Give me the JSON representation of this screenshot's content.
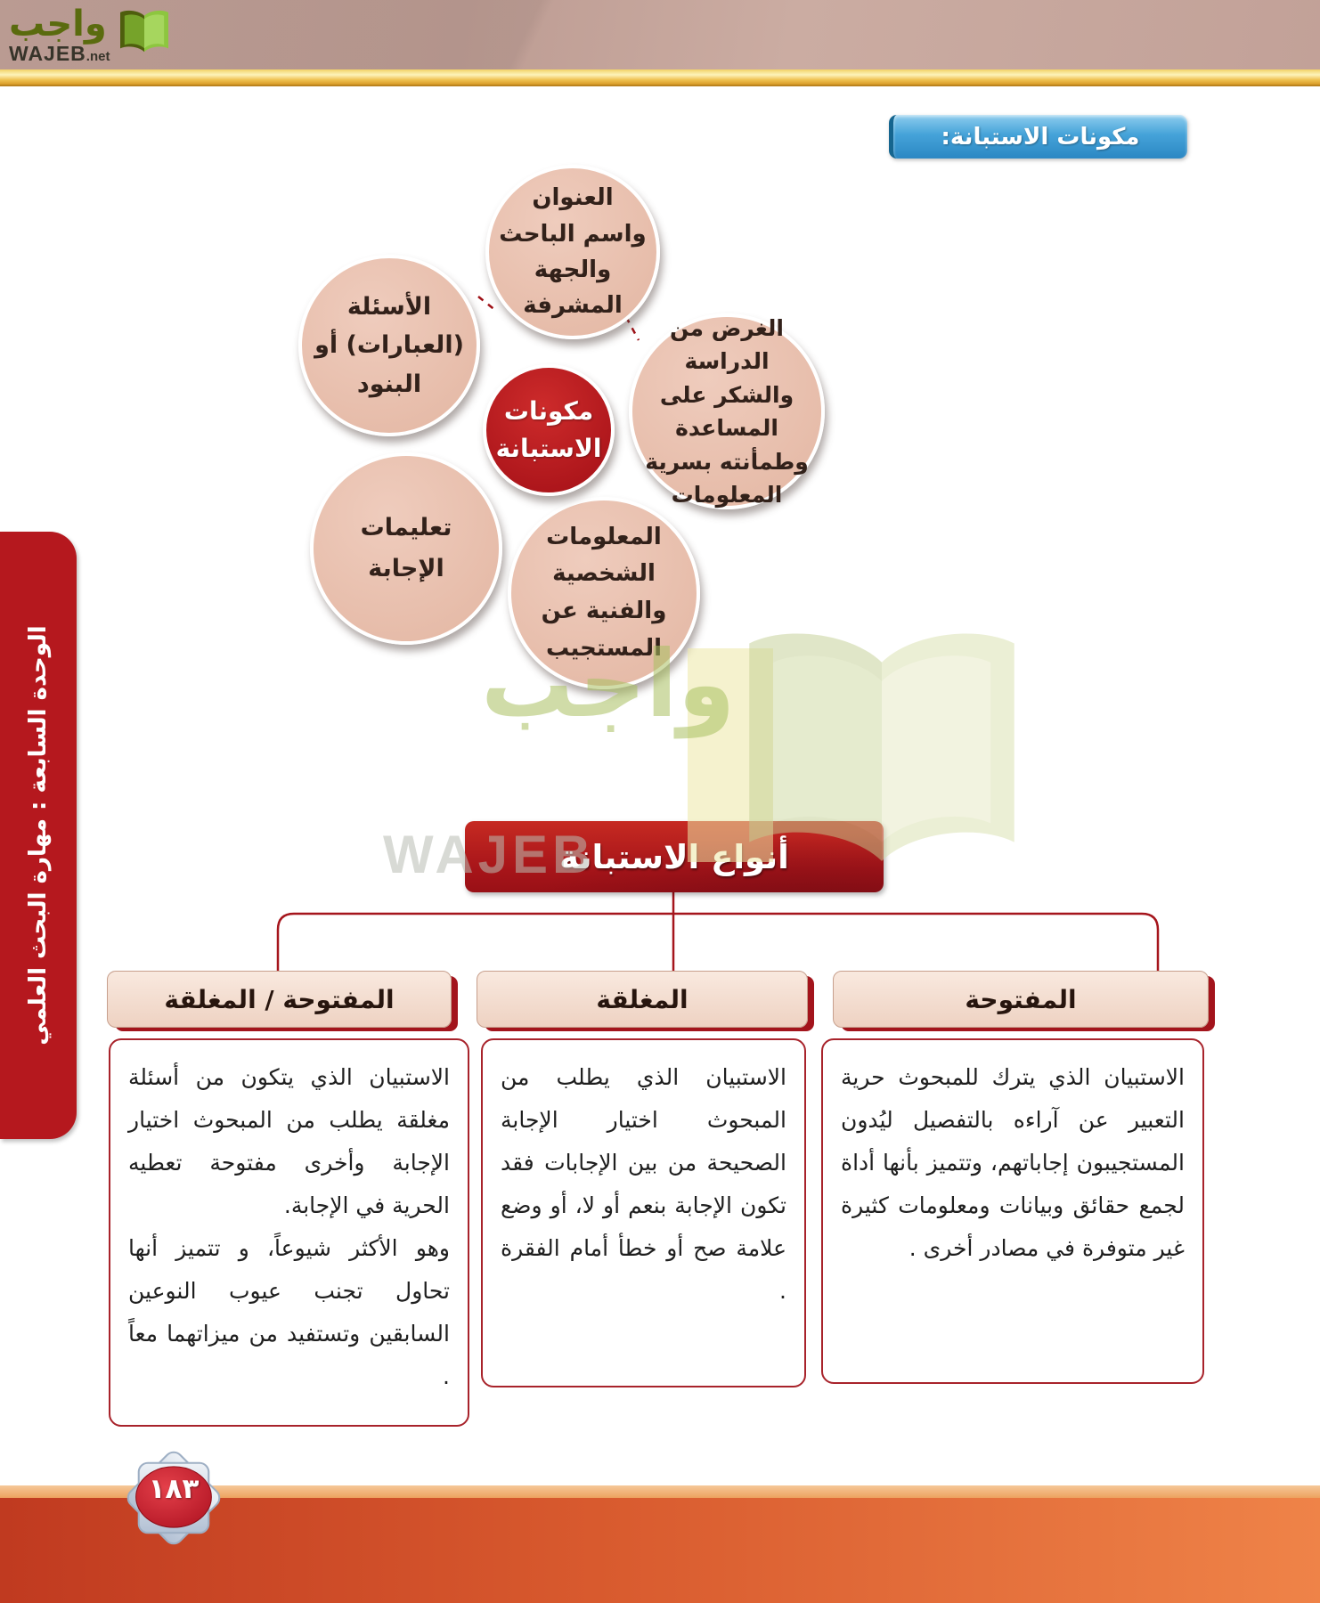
{
  "header": {
    "logo": {
      "wordmark_ar": "واجب",
      "wordmark_latin": "WAJEB",
      "wordmark_tld": ".net"
    },
    "colors": {
      "photo_bg": "#c4a39a",
      "gold_bar": "#edc04a"
    }
  },
  "intro_chip": {
    "label": "مكونات الاستبانة:",
    "bg": "#3a97d0"
  },
  "diagram": {
    "center_label": "مكونات الاستبانة",
    "center_bg": "#b5181e",
    "node_bg": "#e8c1af",
    "nodes": [
      {
        "label": "العنوان واسم الباحث والجهة المشرفة"
      },
      {
        "label": "الأسئلة (العبارات) أو البنود"
      },
      {
        "label": "الغرض من الدراسة والشكر على المساعدة وطمأنته بسرية المعلومات"
      },
      {
        "label": "تعليمات الإجابة"
      },
      {
        "label": "المعلومات الشخصية والفنية عن المستجيب"
      }
    ]
  },
  "types_section": {
    "banner_label": "أنواع الاستبانة",
    "banner_bg": "#a61419",
    "columns": [
      {
        "header": "المفتوحة / المغلقة",
        "paragraphs": [
          "الاستبيان الذي يتكون من أسئلة مغلقة يطلب من المبحوث اختيار الإجابة وأخرى مفتوحة تعطيه الحرية في الإجابة.",
          "وهو الأكثر شيوعاً، و تتميز أنها تحاول تجنب عيوب النوعين السابقين وتستفيد من ميزاتهما معاً ."
        ]
      },
      {
        "header": "المغلقة",
        "paragraphs": [
          "الاستبيان الذي يطلب من المبحوث اختيار الإجابة الصحيحة من بين الإجابات فقد تكون الإجابة بنعم أو لا، أو وضع علامة صح أو خطأ أمام الفقرة ."
        ]
      },
      {
        "header": "المفتوحة",
        "paragraphs": [
          "الاستبيان الذي يترك للمبحوث حرية التعبير عن آراءه بالتفصيل ليُدون المستجيبون إجاباتهم، وتتميز بأنها أداة لجمع حقائق وبيانات ومعلومات كثيرة غير متوفرة في مصادر أخرى ."
        ]
      }
    ]
  },
  "sidebar": {
    "label": "الوحدة السابعة : مهارة البحث العلمي",
    "bg": "#b5181e"
  },
  "footer": {
    "page_number": "١٨٣"
  },
  "watermark": {
    "wordmark_ar": "واجب",
    "wordmark_latin": "WAJEB"
  }
}
